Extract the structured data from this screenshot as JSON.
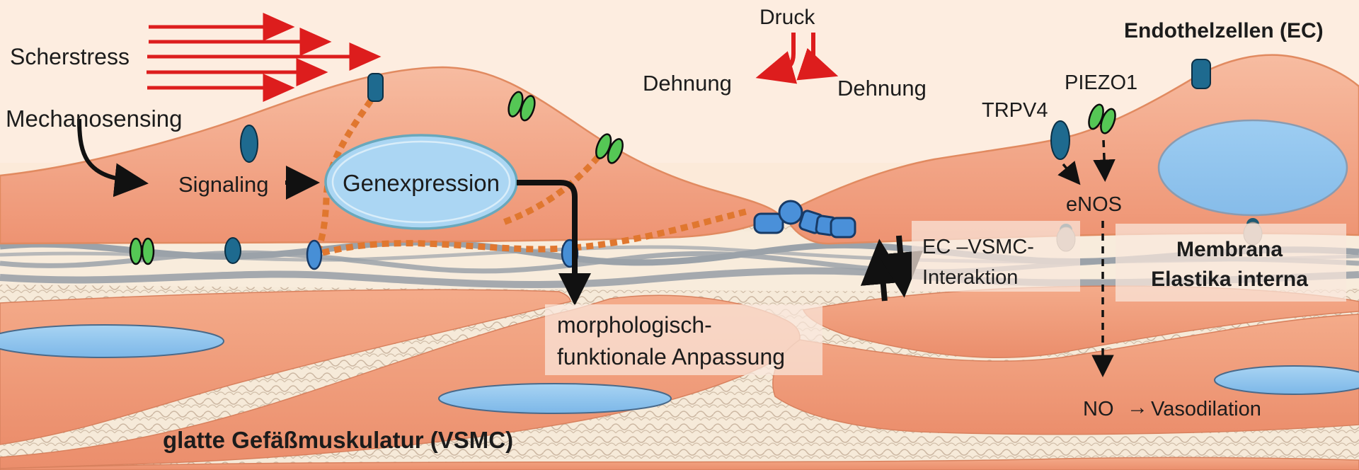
{
  "labels": {
    "scherstress": "Scherstress",
    "mechanosensing": "Mechanosensing",
    "signaling": "Signaling",
    "genexpression": "Genexpression",
    "morph_line1": "morphologisch-",
    "morph_line2": "funktionale Anpassung",
    "druck": "Druck",
    "dehnung_left": "Dehnung",
    "dehnung_right": "Dehnung",
    "endothelzellen": "Endothelzellen (EC)",
    "trpv4": "TRPV4",
    "piezo1": "PIEZO1",
    "enos": "eNOS",
    "ec_vsmc_line1": "EC –VSMC-",
    "ec_vsmc_line2": "Interaktion",
    "membrana_line1": "Membrana",
    "membrana_line2": "Elastika interna",
    "no": "NO",
    "no_arrow": "→",
    "vasodilation": "Vasodilation",
    "vsmc": "glatte Gefäßmuskulatur (VSMC)"
  },
  "icons": {
    "shear_flow_arrows": "five red horizontal flow arrows",
    "pressure_split_arrow": "red pressure arrow splitting into two stretch arrows",
    "mechanosensing_arrow": "black curved arrow",
    "signaling_arrow": "black right arrow",
    "genexpression_output_arrow": "black elbow arrow down",
    "dashed_signal_arrows": "black dashed arrows to eNOS and NO",
    "equilibrium_harpoons": "black up/down exchange harpoons",
    "piezo1_channel_pair": "green paired oval ion channel",
    "trpv4_channel": "dark teal oval receptor",
    "membrane_channel_rect": "dark teal rounded rectangle channel",
    "blue_membrane_channel": "blue oval channel",
    "junction_complex": "blue cell-cell junction protein cluster",
    "anchor_pin": "gray peg with dark cap",
    "nucleus": "light blue cell nucleus",
    "orange_dotted_path": "orange dotted signaling path",
    "elastica_fibers": "gray wavy elastic fibers",
    "matrix_texture": "beige scale-textured extracellular matrix"
  },
  "colors": {
    "background": "#fcead9",
    "ec_cell_top": "#f7bca1",
    "ec_cell_bottom": "#ee9372",
    "vsmc_cell_top": "#f4ab8a",
    "vsmc_cell_bottom": "#eb8e6c",
    "cell_outline": "#e18a60",
    "nucleus_blue": "#8ec4ed",
    "genexpression_fill": "#abd6f3",
    "genexpression_ring": "#69a8bc",
    "red_arrow": "#dd1d1d",
    "orange_dotted": "#e0772f",
    "teal_channel": "#1e6a8f",
    "green_channel": "#55c755",
    "blue_channel": "#478fd6",
    "junction_blue": "#4a90d9",
    "elastica_gray": "#9ba2a9",
    "matrix_band": "#f8ecdc",
    "matrix_hatch": "#ccb7a2",
    "black_arrow": "#111111",
    "text": "#1c1c1c",
    "label_box": "rgba(250,232,220,0.72)"
  }
}
